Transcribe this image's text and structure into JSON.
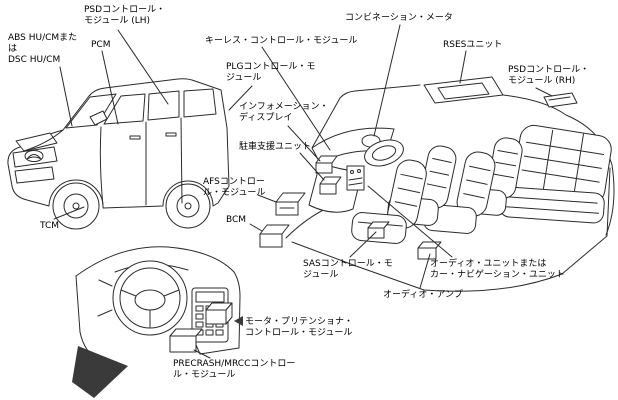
{
  "colors": {
    "background": "#ffffff",
    "line": "#2b2b2b",
    "text": "#000000",
    "solid": "#3a3a3a"
  },
  "labels": {
    "psd_lh": "PSDコントロール・\nモジュール (LH)",
    "abs_dsc": "ABS HU/CMまた\nは\nDSC HU/CM",
    "pcm": "PCM",
    "keyless": "キーレス・コントロール・モジュール",
    "combination_meter": "コンビネーション・メータ",
    "plg": "PLGコントロール・モ\nジュール",
    "rses": "RSESユニット",
    "psd_rh": "PSDコントロール・\nモジュール (RH)",
    "info_display": "インフォメーション・\nディスプレイ",
    "parking_assist": "駐車支援ユニット",
    "afs": "AFSコントロー\nル・モジュール",
    "bcm": "BCM",
    "tcm": "TCM",
    "sas": "SASコントロール・モ\nジュール",
    "audio_unit": "オーディオ・ユニットまたは\nカー・ナビゲーション・ユニット",
    "audio_amp": "オーディオ・アンプ",
    "motor_pretensioner": "モータ・プリテンショナ・\nコントロール・モジュール",
    "precrash": "PRECRASH/MRCCコントロー\nル・モジュール"
  }
}
